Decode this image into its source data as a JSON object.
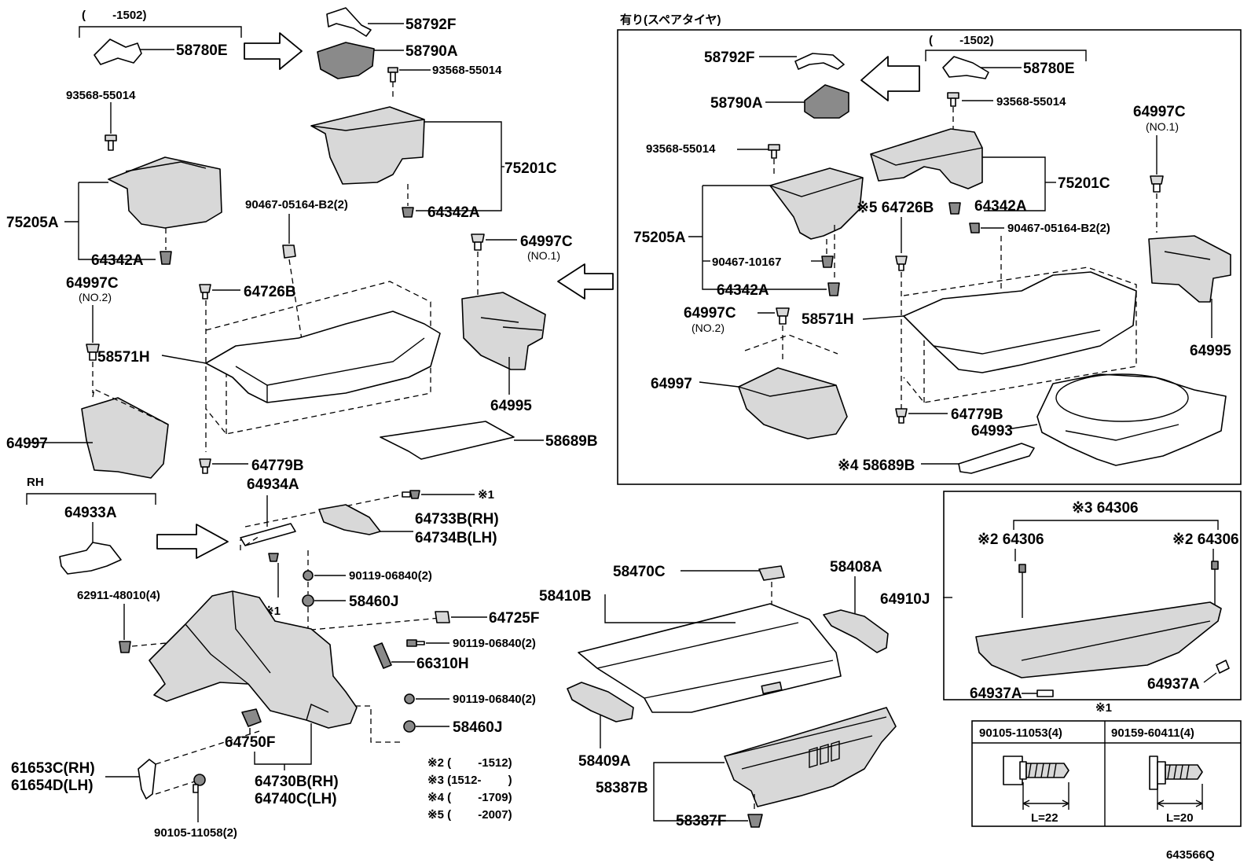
{
  "diagram_id": "643566Q",
  "notes": {
    "n2": "※2 (　　 -1512)",
    "n3": "※3 (1512-　　 )",
    "n4": "※4 (　　 -1709)",
    "n5": "※5 (　　 -2007)"
  },
  "left": {
    "l_1502": "(　　 -1502)",
    "l_58780E": "58780E",
    "l_58792F": "58792F",
    "l_58790A": "58790A",
    "l_93568_top": "93568-55014",
    "l_93568_left": "93568-55014",
    "l_75201C": "75201C",
    "l_75205A": "75205A",
    "l_90467": "90467-05164-B2(2)",
    "l_64342A_top": "64342A",
    "l_64342A_left": "64342A",
    "l_64997C": "64997C",
    "l_no1": "(NO.1)",
    "l_64997C_2": "64997C",
    "l_no2": "(NO.2)",
    "l_64726B": "64726B",
    "l_58571H": "58571H",
    "l_64995": "64995",
    "l_58689B": "58689B",
    "l_64997": "64997",
    "l_64779B": "64779B",
    "l_rh": "RH",
    "l_64933A": "64933A",
    "l_64934A": "64934A",
    "l_x1a": "※1",
    "l_64733B": "64733B(RH)",
    "l_64734B": "64734B(LH)",
    "l_90119_a": "90119-06840(2)",
    "l_58460J_a": "58460J",
    "l_62911": "62911-48010(4)",
    "l_x1b": "※1",
    "l_64725F": "64725F",
    "l_90119_b": "90119-06840(2)",
    "l_66310H": "66310H",
    "l_90119_c": "90119-06840(2)",
    "l_58460J_b": "58460J",
    "l_64750F": "64750F",
    "l_61653C": "61653C(RH)",
    "l_61654D": "61654D(LH)",
    "l_64730B": "64730B(RH)",
    "l_64740C": "64740C(LH)",
    "l_90105": "90105-11058(2)"
  },
  "spare": {
    "title": "有り(スペアタイヤ)",
    "s_1502": "(　　 -1502)",
    "s_58792F": "58792F",
    "s_58780E": "58780E",
    "s_58790A": "58790A",
    "s_93568_a": "93568-55014",
    "s_93568_b": "93568-55014",
    "s_64997C": "64997C",
    "s_no1": "(NO.1)",
    "s_75201C": "75201C",
    "s_64726B": "※5 64726B",
    "s_64342A_a": "64342A",
    "s_75205A": "75205A",
    "s_90467_b2": "90467-05164-B2(2)",
    "s_90467_10167": "90467-10167",
    "s_64342A_b": "64342A",
    "s_64997C_2": "64997C",
    "s_no2": "(NO.2)",
    "s_58571H": "58571H",
    "s_64995": "64995",
    "s_64997": "64997",
    "s_64779B": "64779B",
    "s_64993": "64993",
    "s_58689B": "※4 58689B"
  },
  "cover": {
    "c_x3": "※3 64306",
    "c_x2a": "※2 64306",
    "c_x2b": "※2 64306",
    "c_64910J": "64910J",
    "c_64937A_a": "64937A",
    "c_64937A_b": "64937A"
  },
  "bottom": {
    "b_58470C": "58470C",
    "b_58408A": "58408A",
    "b_58410B": "58410B",
    "b_58409A": "58409A",
    "b_58387B": "58387B",
    "b_58387F": "58387F"
  },
  "bolts": {
    "x1": "※1",
    "h1": "90105-11053(4)",
    "h2": "90159-60411(4)",
    "len1": "L=22",
    "len2": "L=20"
  }
}
